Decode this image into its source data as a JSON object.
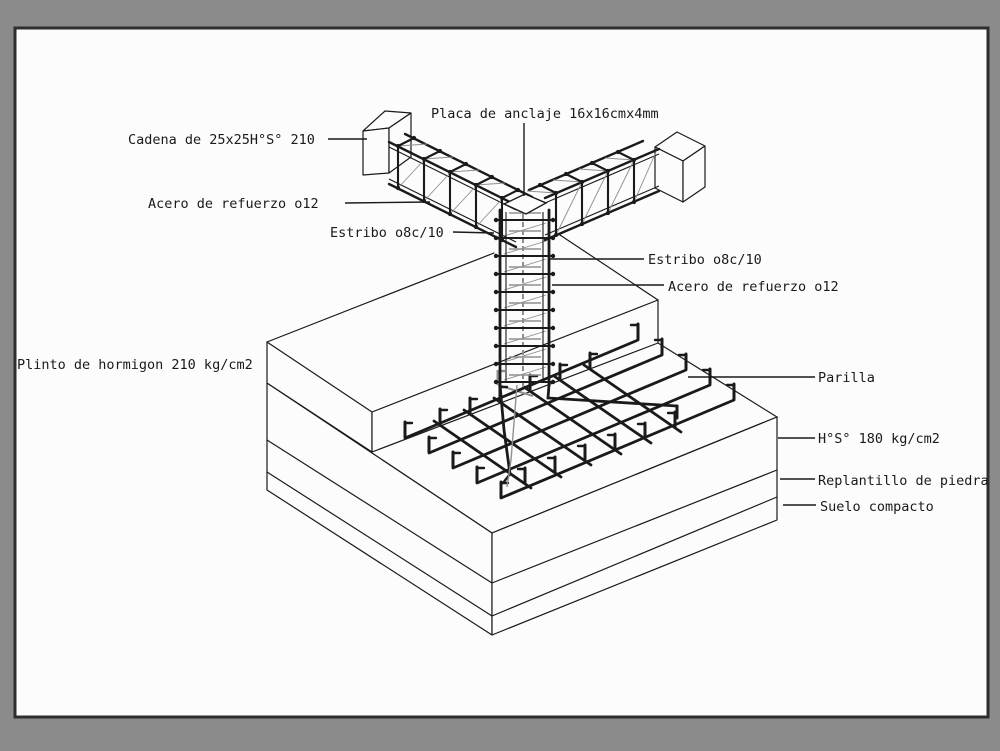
{
  "canvas": {
    "background": "#8b8b8b",
    "sheet_fill": "#fcfcfc",
    "sheet_border": "#2e2e2e",
    "ink_color": "#1a1a1a",
    "hidden_line_color": "#909090"
  },
  "labels": {
    "placa": "Placa de anclaje 16x16cmx4mm",
    "cadena": "Cadena de 25x25H°S° 210",
    "acero_left": "Acero de refuerzo o12",
    "estribo_left": "Estribo o8c/10",
    "estribo_right": "Estribo o8c/10",
    "acero_right": "Acero de refuerzo o12",
    "plinto": "Plinto de hormigon 210 kg/cm2",
    "parilla": "Parilla",
    "hs180": "H°S° 180 kg/cm2",
    "replantillo": "Replantillo de piedra",
    "suelo": "Suelo compacto"
  }
}
